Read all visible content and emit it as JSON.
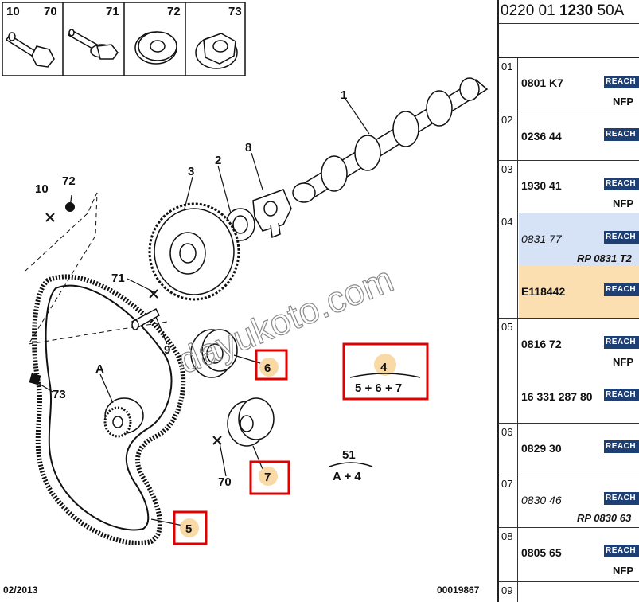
{
  "diagram": {
    "hardware_boxes": [
      {
        "label": "10",
        "label2": "70"
      },
      {
        "label": "71"
      },
      {
        "label": "72"
      },
      {
        "label": "73"
      }
    ],
    "callouts": [
      "1",
      "2",
      "3",
      "8",
      "10",
      "72",
      "71",
      "9",
      "6",
      "A",
      "73",
      "7",
      "70",
      "5",
      "4"
    ],
    "kit_formula": {
      "number": "4",
      "parts": "5 + 6 + 7"
    },
    "kit_formula_2": {
      "number": "51",
      "parts": "A + 4"
    },
    "watermark": "dayukoto.com",
    "footer_date": "02/2013",
    "footer_code": "00019867"
  },
  "panel": {
    "ref_prefix": "0220 01 ",
    "ref_bold": "1230",
    "ref_suffix": " 50A",
    "rows": [
      {
        "num": "01",
        "part": "0801 K7",
        "badge": "REACH",
        "note": "NFP"
      },
      {
        "num": "02",
        "part": "0236 44",
        "badge": "REACH",
        "note": ""
      },
      {
        "num": "03",
        "part": "1930 41",
        "badge": "REACH",
        "note": "NFP"
      },
      {
        "num": "04",
        "part": "0831 77",
        "badge": "REACH",
        "note": "RP 0831 T2",
        "part2": "E118442",
        "badge2": "REACH"
      },
      {
        "num": "05",
        "part": "0816 72",
        "badge": "REACH",
        "note": "NFP",
        "part2": "16 331 287 80",
        "badge2": "REACH"
      },
      {
        "num": "06",
        "part": "0829 30",
        "badge": "REACH",
        "note": ""
      },
      {
        "num": "07",
        "part": "0830 46",
        "badge": "REACH",
        "note": "RP 0830 63"
      },
      {
        "num": "08",
        "part": "0805 65",
        "badge": "REACH",
        "note": "NFP"
      },
      {
        "num": "09",
        "part": "",
        "badge": "",
        "note": ""
      }
    ],
    "badge_color": "#1d3f74",
    "highlight_blue": "#d6e2f6",
    "highlight_orange": "#fbdfb0",
    "callout_box_color": "#e00000"
  }
}
